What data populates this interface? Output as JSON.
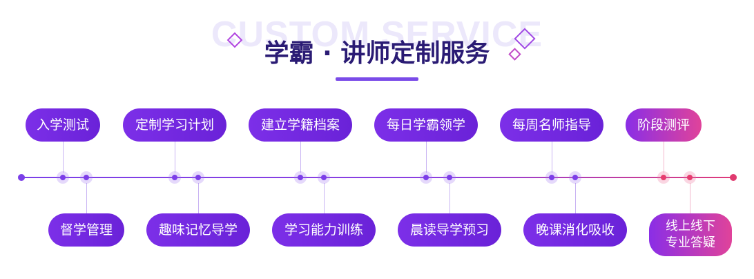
{
  "header": {
    "bg_text": "CUSTOM SERVICE",
    "title": "学霸 · 讲师定制服务"
  },
  "colors": {
    "primary": "#7c2fe8",
    "title": "#2a1b74",
    "accent_pink": "#e03a7a"
  },
  "timeline": {
    "top_steps": [
      "入学测试",
      "定制学习计划",
      "建立学籍档案",
      "每日学霸领学",
      "每周名师指导",
      "阶段测评"
    ],
    "bottom_steps": [
      "督学管理",
      "趣味记忆导学",
      "学习能力训练",
      "晨读导学预习",
      "晚课消化吸收",
      "线上线下专业答疑"
    ],
    "bottom_last_lines": [
      "线上线下",
      "专业答疑"
    ]
  }
}
